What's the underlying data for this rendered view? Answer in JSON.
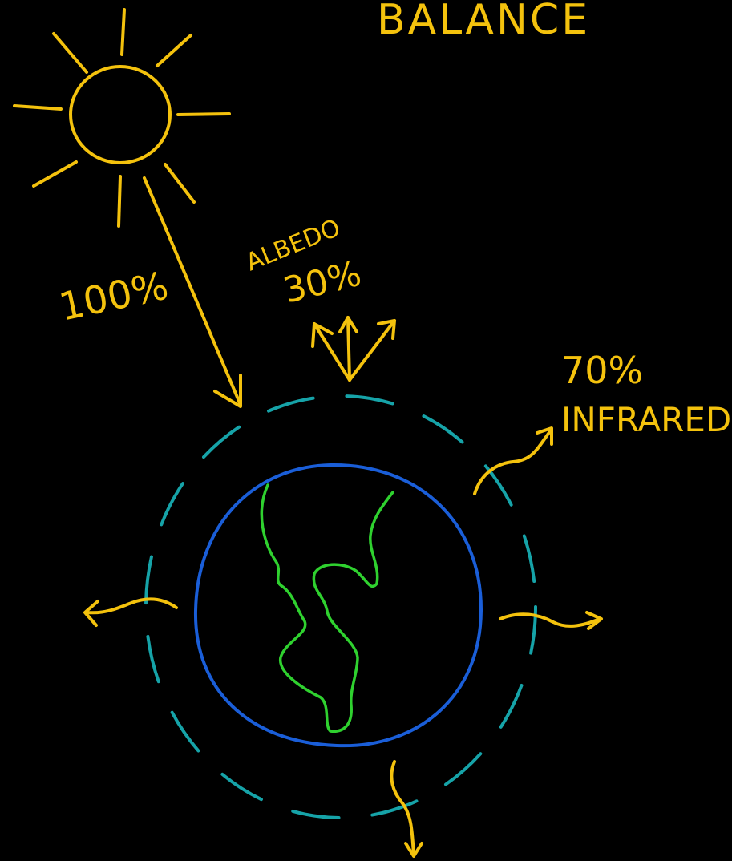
{
  "title": "Balance",
  "labels": {
    "incoming": "100%",
    "albedo_word": "Albedo",
    "albedo_value": "30%",
    "infrared_value": "70%",
    "infrared_word": "Infrared"
  },
  "colors": {
    "background": "#000000",
    "sunlight": "#f4c20d",
    "atmosphere": "#16a3a8",
    "earth_outline": "#1a5ed8",
    "land": "#2fd12f"
  },
  "icons": {
    "sun": "sun-icon",
    "earth": "earth-icon"
  }
}
